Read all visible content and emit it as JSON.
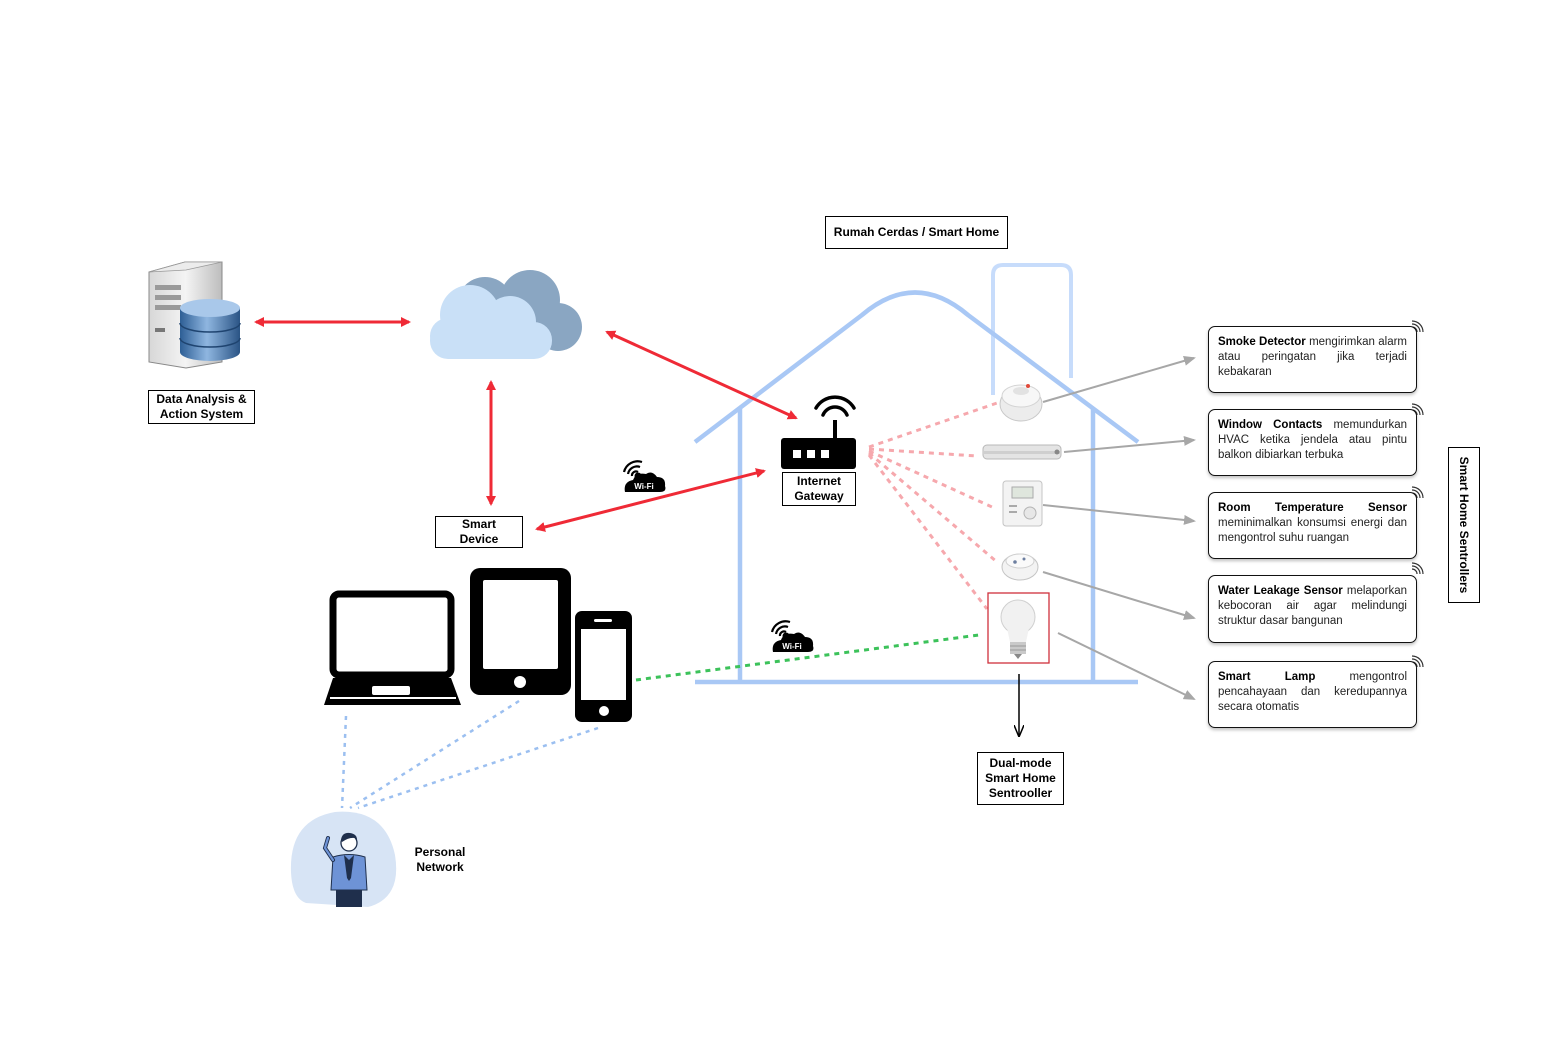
{
  "labels": {
    "smart_home": "Rumah Cerdas / Smart Home",
    "data_analysis": [
      "Data Analysis &",
      "Action System"
    ],
    "smart_device": "Smart Device",
    "internet_gateway": [
      "Internet",
      "Gateway"
    ],
    "dual_mode": [
      "Dual-mode",
      "Smart Home",
      "Sentrooller"
    ],
    "personal_network": [
      "Personal",
      "Network"
    ],
    "smart_home_sentrollers": "Smart Home Sentrollers",
    "wifi_badge": "Wi-Fi"
  },
  "devices": [
    {
      "name": "Smoke Detector",
      "desc": " mengirimkan alarm atau peringatan jika terjadi kebakaran"
    },
    {
      "name": "Window Contacts",
      "desc": " memundurkan HVAC ketika jendela atau pintu balkon dibiarkan terbuka"
    },
    {
      "name": "Room Temperature Sensor",
      "desc": " meminimalkan konsumsi energi dan mengontrol suhu ruangan"
    },
    {
      "name": "Water Leakage Sensor",
      "desc": " melaporkan kebocoran air agar melindungi struktur dasar bangunan"
    },
    {
      "name": "Smart Lamp",
      "desc": " mengontrol pencahayaan dan keredupannya secara otomatis"
    }
  ],
  "colors": {
    "house": "#a9c8f5",
    "chimney": "#c7dcfb",
    "cloud_light": "#c9e0f7",
    "cloud_dark": "#8aa6c2",
    "red_arrow": "#ef2a36",
    "pink_dotted": "#f6a8ad",
    "green_dotted": "#3cc25a",
    "blue_dotted": "#9bbff0",
    "gray_arrow": "#a7a7a7",
    "person_bg": "#d7e4f5"
  }
}
